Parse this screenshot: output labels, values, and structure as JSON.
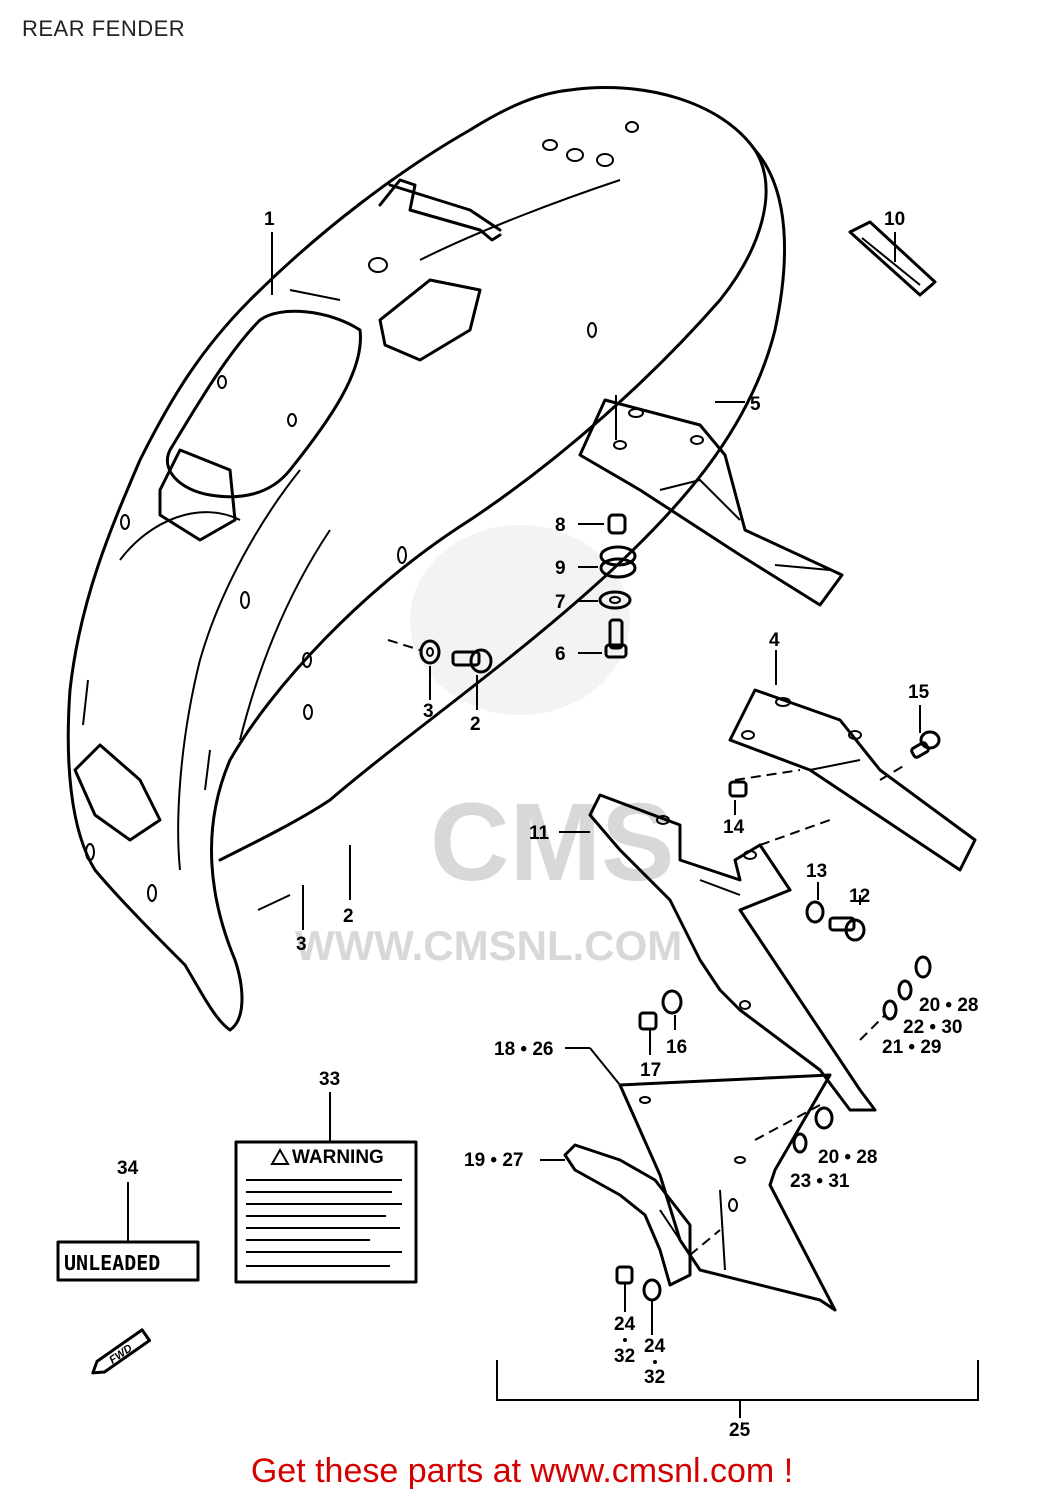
{
  "page": {
    "title": "REAR FENDER",
    "footer_text": "Get these parts at www.cmsnl.com !"
  },
  "watermark": {
    "logo_text": "CMS",
    "url_text": "WWW.CMSNL.COM"
  },
  "labels": {
    "warning_label_title": "WARNING",
    "unleaded_label": "UNLEADED",
    "fwd_marker": "FWD"
  },
  "callouts": [
    {
      "id": "c1",
      "text": "1"
    },
    {
      "id": "c10",
      "text": "10"
    },
    {
      "id": "c5",
      "text": "5"
    },
    {
      "id": "c8",
      "text": "8"
    },
    {
      "id": "c9",
      "text": "9"
    },
    {
      "id": "c7",
      "text": "7"
    },
    {
      "id": "c6",
      "text": "6"
    },
    {
      "id": "c3a",
      "text": "3"
    },
    {
      "id": "c2a",
      "text": "2"
    },
    {
      "id": "c4",
      "text": "4"
    },
    {
      "id": "c15",
      "text": "15"
    },
    {
      "id": "c11",
      "text": "11"
    },
    {
      "id": "c14",
      "text": "14"
    },
    {
      "id": "c13",
      "text": "13"
    },
    {
      "id": "c12",
      "text": "12"
    },
    {
      "id": "c2b",
      "text": "2"
    },
    {
      "id": "c3b",
      "text": "3"
    },
    {
      "id": "c20_28a",
      "text": "20 • 28"
    },
    {
      "id": "c22_30",
      "text": "22 • 30"
    },
    {
      "id": "c21_29",
      "text": "21 • 29"
    },
    {
      "id": "c16",
      "text": "16"
    },
    {
      "id": "c17",
      "text": "17"
    },
    {
      "id": "c18_26",
      "text": "18 • 26"
    },
    {
      "id": "c33",
      "text": "33"
    },
    {
      "id": "c34",
      "text": "34"
    },
    {
      "id": "c19_27",
      "text": "19 • 27"
    },
    {
      "id": "c20_28b",
      "text": "20 • 28"
    },
    {
      "id": "c23_31",
      "text": "23 • 31"
    },
    {
      "id": "c24a",
      "text": "24"
    },
    {
      "id": "c32a",
      "text": "32"
    },
    {
      "id": "c24b",
      "text": "24"
    },
    {
      "id": "c32b",
      "text": "32"
    },
    {
      "id": "c25",
      "text": "25"
    }
  ]
}
